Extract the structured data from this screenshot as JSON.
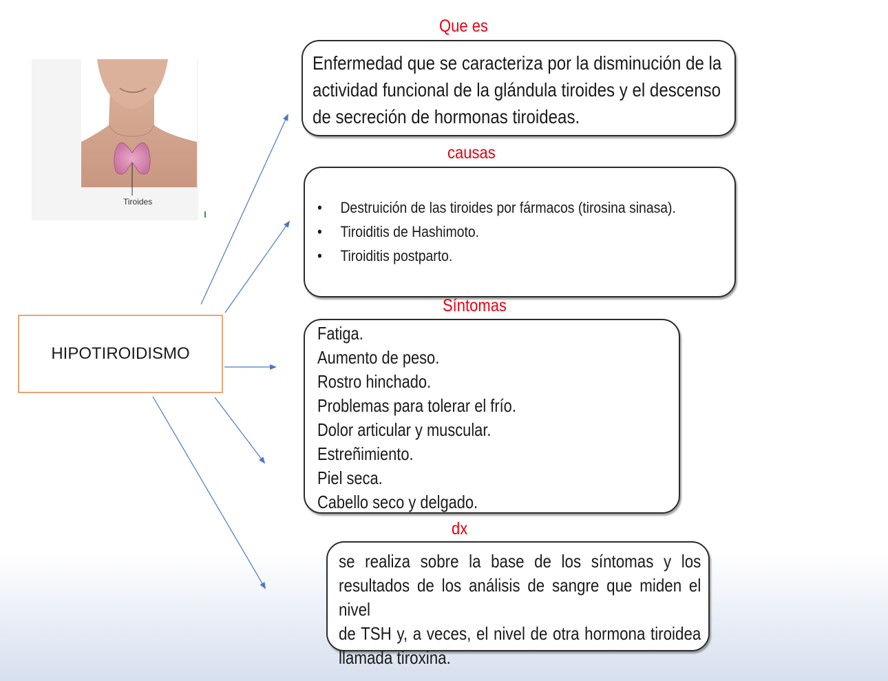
{
  "image": {
    "caption": "Tiroides"
  },
  "main_concept": "HIPOTIROIDISMO",
  "sections": {
    "que_es": {
      "heading": "Que es",
      "lines": [
        "Enfermedad que se caracteriza por la disminución de la",
        "actividad funcional de la glándula tiroides y el descenso",
        "de secreción de hormonas tiroideas."
      ]
    },
    "causas": {
      "heading": "causas",
      "items": [
        "Destruición de las tiroides por fármacos (tirosina sinasa).",
        "Tiroiditis de Hashimoto.",
        "Tiroiditis postparto."
      ]
    },
    "sintomas": {
      "heading": "Síntomas",
      "items": [
        "Fatiga.",
        "Aumento de peso.",
        "Rostro hinchado.",
        "Problemas para tolerar el frío.",
        "Dolor articular y muscular.",
        "Estreñimiento.",
        "Piel seca.",
        "Cabello seco y delgado."
      ]
    },
    "dx": {
      "heading": "dx",
      "lines": [
        "se realiza sobre la base de los síntomas y los",
        "resultados de los análisis de sangre que miden el nivel",
        "de TSH y, a veces, el nivel de otra hormona tiroidea",
        "llamada tiroxina."
      ]
    }
  },
  "colors": {
    "heading": "#e60012",
    "arrow": "#4a78c2",
    "main_border": "#e8a679",
    "box_border": "#2b2b2b"
  }
}
